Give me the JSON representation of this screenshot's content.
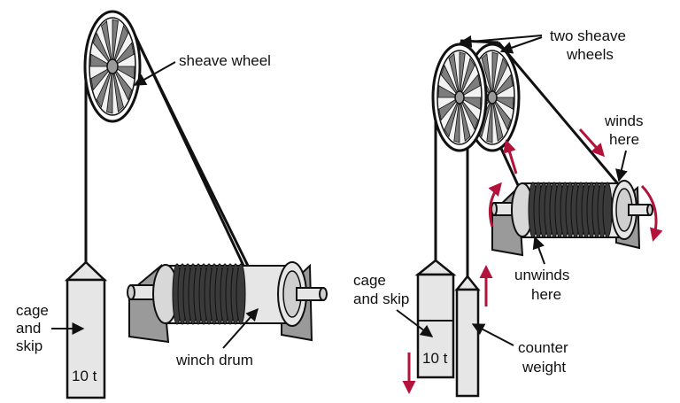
{
  "left_panel": {
    "sheave_label": "sheave wheel",
    "cage_label_line1": "cage",
    "cage_label_line2": "and",
    "cage_label_line3": "skip",
    "load_label": "10 t",
    "drum_label": "winch drum"
  },
  "right_panel": {
    "sheaves_label_line1": "two sheave",
    "sheaves_label_line2": "wheels",
    "winds_label_line1": "winds",
    "winds_label_line2": "here",
    "unwinds_label_line1": "unwinds",
    "unwinds_label_line2": "here",
    "cage_label_line1": "cage",
    "cage_label_line2": "and skip",
    "load_label": "10 t",
    "counter_label_line1": "counter",
    "counter_label_line2": "weight"
  },
  "colors": {
    "line": "#111111",
    "fill_light": "#e6e6e6",
    "fill_mid": "#bdbdbd",
    "fill_dark": "#8c8c8c",
    "arrow_red": "#b3123a"
  }
}
